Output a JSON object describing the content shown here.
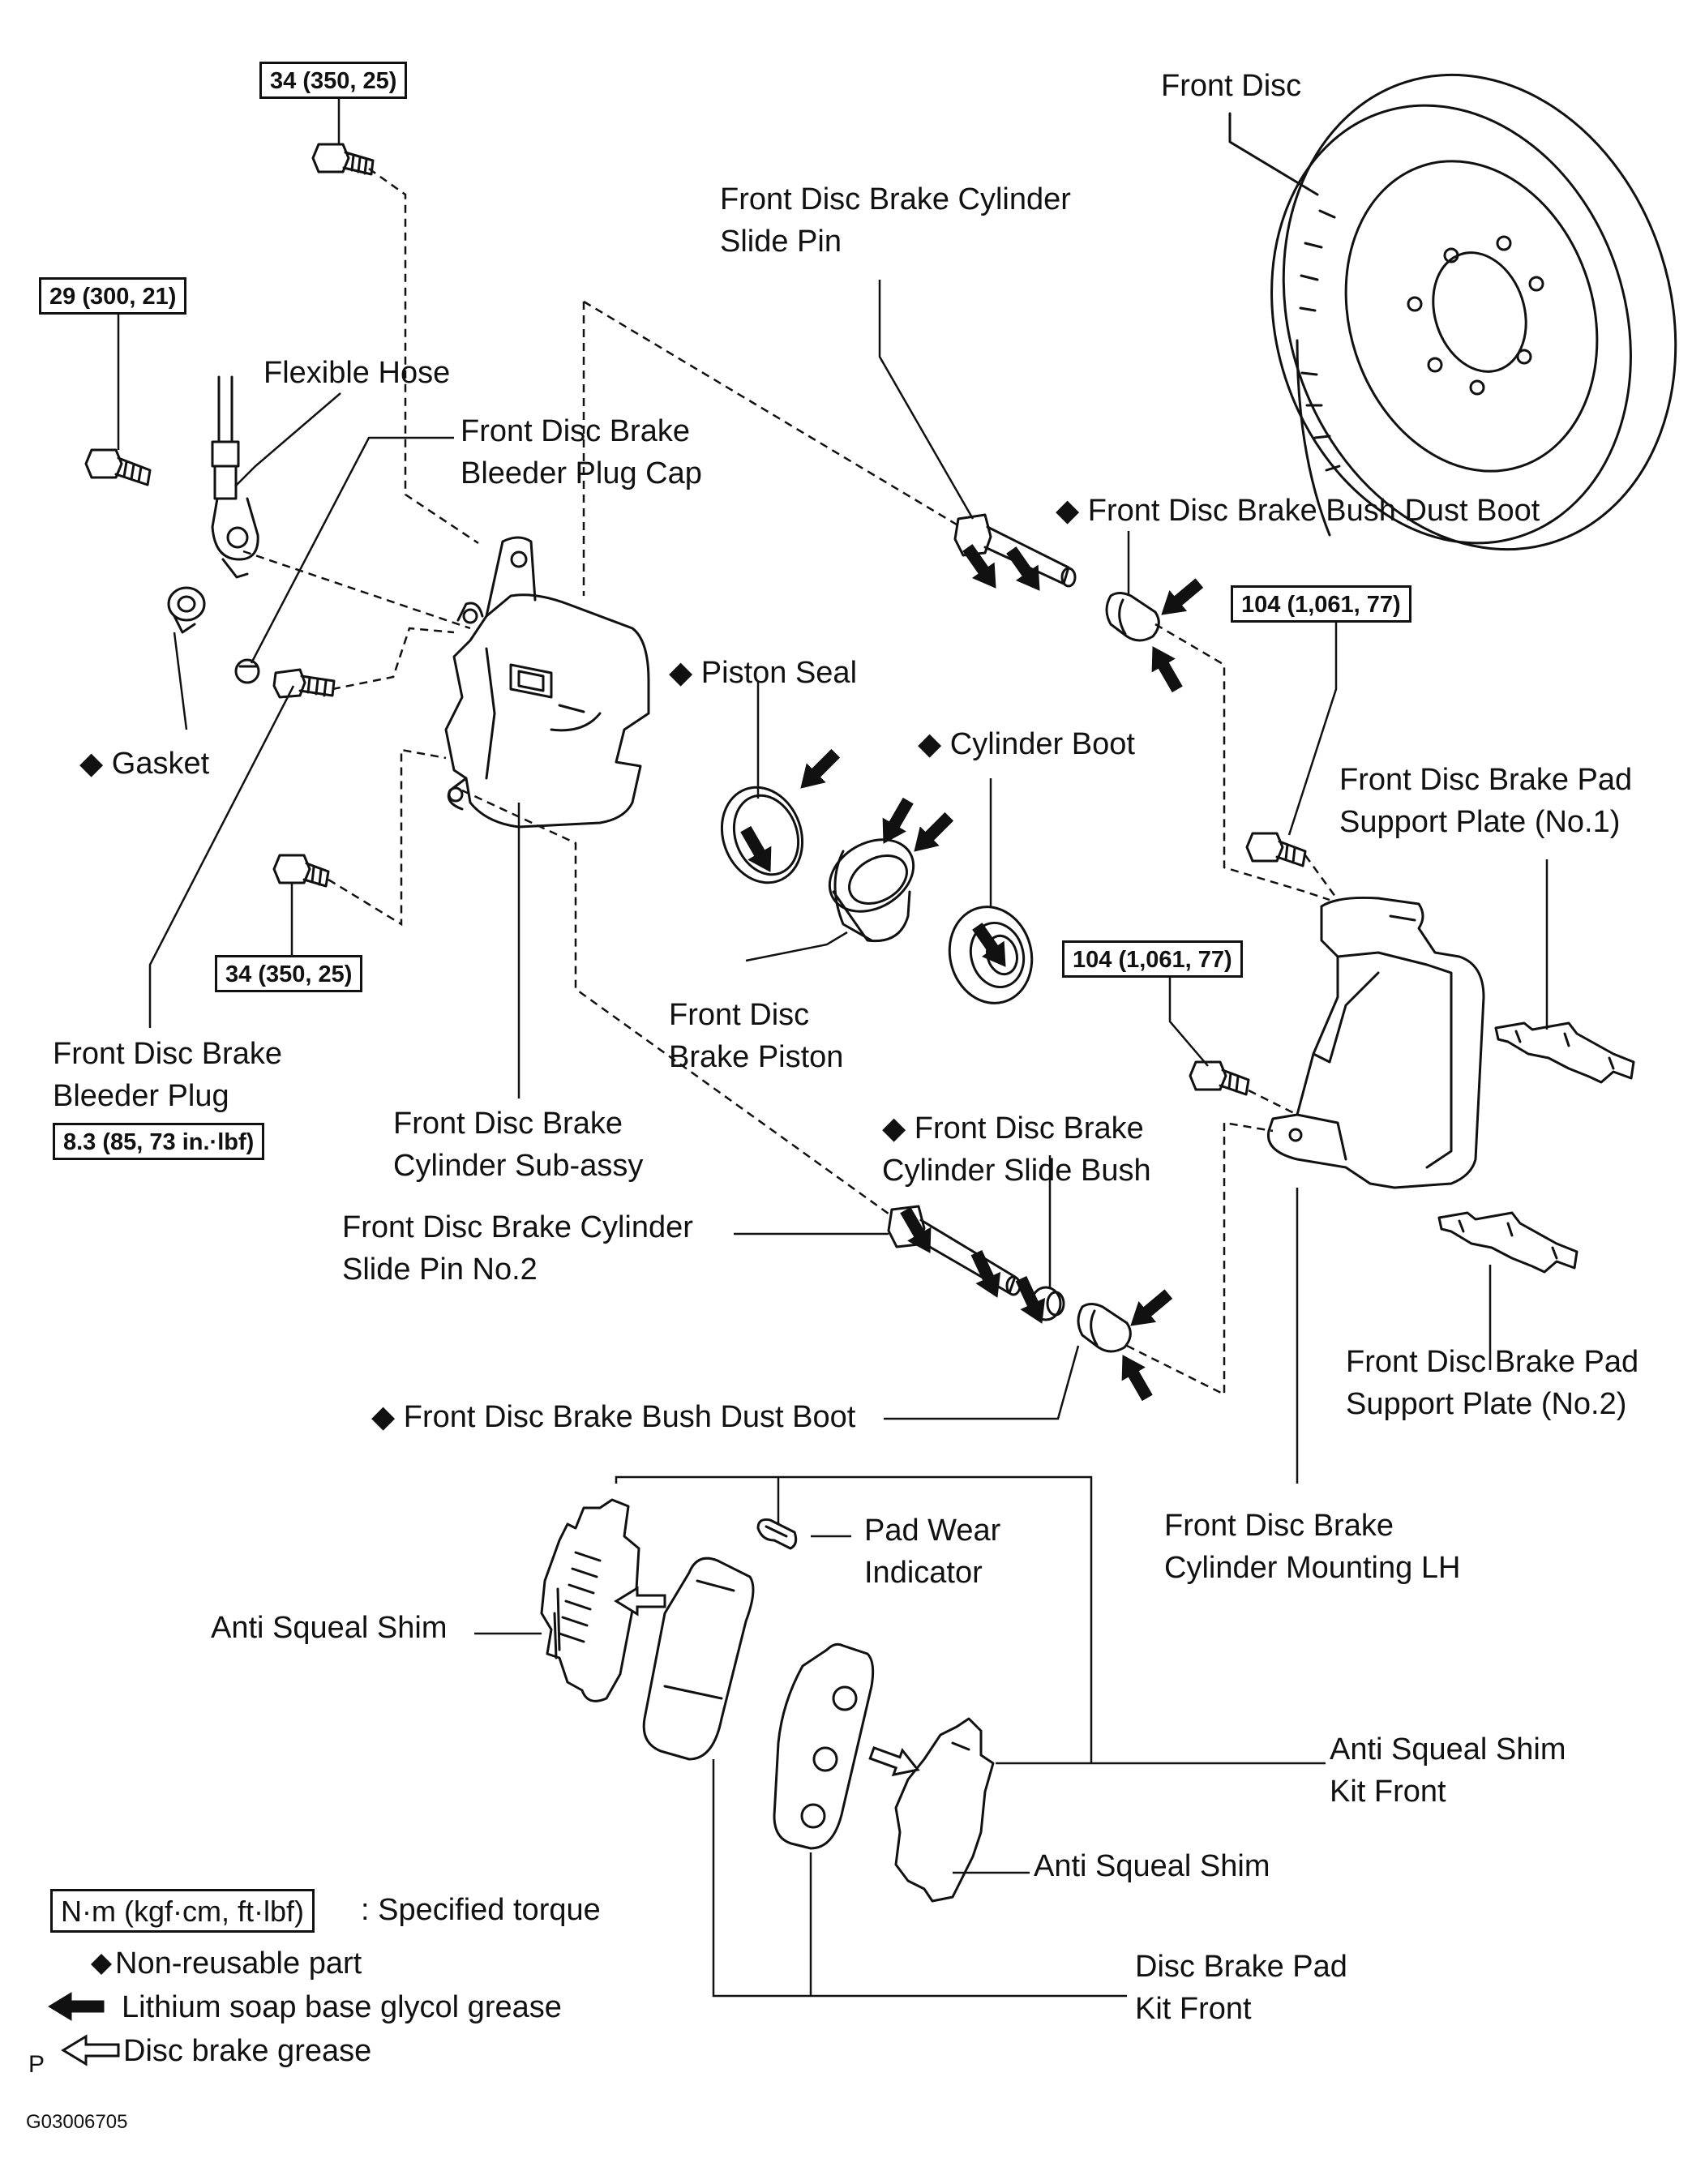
{
  "torque_boxes": {
    "caliper_upper_bolt": "34 (350, 25)",
    "hose_union_bolt": "29 (300, 21)",
    "caliper_lower_bolt": "34 (350, 25)",
    "bleeder_plug": "8.3 (85, 73 in.·lbf)",
    "mounting_upper_bolt": "104 (1,061, 77)",
    "mounting_lower_bolt": "104 (1,061, 77)"
  },
  "labels": {
    "front_disc": [
      "Front Disc"
    ],
    "slide_pin": [
      "Front Disc Brake Cylinder",
      "Slide Pin"
    ],
    "flexible_hose": [
      "Flexible Hose"
    ],
    "bleeder_plug_cap": [
      "Front Disc Brake",
      "Bleeder Plug Cap"
    ],
    "bush_dust_boot_upper": [
      "◆ Front Disc Brake Bush Dust Boot"
    ],
    "piston_seal": [
      "◆ Piston Seal"
    ],
    "cylinder_boot": [
      "◆ Cylinder Boot"
    ],
    "gasket": [
      "◆ Gasket"
    ],
    "pad_support_plate_1": [
      "Front Disc Brake Pad",
      "Support Plate (No.1)"
    ],
    "brake_piston": [
      "Front Disc",
      "Brake Piston"
    ],
    "bleeder_plug": [
      "Front Disc Brake",
      "Bleeder Plug"
    ],
    "cylinder_sub_assy": [
      "Front Disc Brake",
      "Cylinder  Sub-assy"
    ],
    "slide_bush": [
      "◆ Front Disc Brake",
      "Cylinder Slide Bush"
    ],
    "slide_pin_no2": [
      "Front Disc Brake Cylinder",
      "Slide Pin No.2"
    ],
    "pad_support_plate_2": [
      "Front Disc Brake Pad",
      "Support Plate (No.2)"
    ],
    "bush_dust_boot_lower": [
      "◆ Front Disc Brake Bush Dust Boot"
    ],
    "cylinder_mounting": [
      "Front Disc Brake",
      "Cylinder Mounting LH"
    ],
    "pad_wear_indicator": [
      "Pad Wear",
      "Indicator"
    ],
    "anti_squeal_shim_left": [
      "Anti Squeal Shim"
    ],
    "anti_squeal_shim_kit": [
      "Anti Squeal Shim",
      "Kit Front"
    ],
    "anti_squeal_shim_right": [
      "Anti Squeal Shim"
    ],
    "disc_brake_pad_kit": [
      "Disc Brake Pad",
      "Kit Front"
    ]
  },
  "legend": {
    "unit_box": "N·m (kgf·cm, ft·lbf)",
    "unit_text": ": Specified torque",
    "non_reusable": "Non-reusable part",
    "lithium_grease": "Lithium soap base glycol grease",
    "disc_grease": "Disc brake grease"
  },
  "footer": {
    "mark": "P",
    "code": "G03006705"
  }
}
